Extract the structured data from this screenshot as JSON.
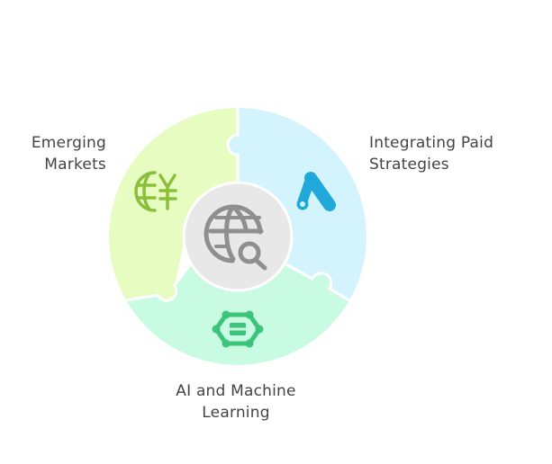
{
  "diagram": {
    "type": "puzzle-cycle",
    "center": {
      "icon": "globe-search-icon",
      "fill": "#e8e8e8",
      "icon_color": "#8f8f8f"
    },
    "segments": [
      {
        "id": "emerging-markets",
        "label_line1": "Emerging",
        "label_line2": "Markets",
        "icon": "globe-yen-icon",
        "fill": "#e6fcc0",
        "icon_color": "#8bbf3a"
      },
      {
        "id": "integrating-paid",
        "label_line1": "Integrating Paid",
        "label_line2": "Strategies",
        "icon": "google-ads-icon",
        "fill": "#d3f3fd",
        "icon_color": "#1fa8d8"
      },
      {
        "id": "ai-ml",
        "label_line1": "AI and Machine",
        "label_line2": "Learning",
        "icon": "neural-network-icon",
        "fill": "#c9fbe3",
        "icon_color": "#3cc47a"
      }
    ]
  }
}
